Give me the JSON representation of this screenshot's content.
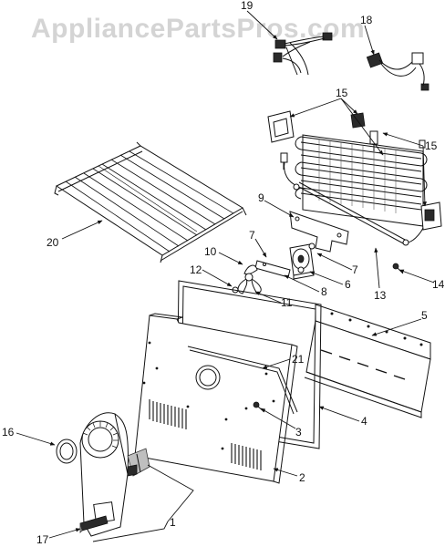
{
  "watermark": "AppliancePartsPros.com",
  "callouts": [
    {
      "id": "c19",
      "text": "19"
    },
    {
      "id": "c18",
      "text": "18"
    },
    {
      "id": "c15a",
      "text": "15"
    },
    {
      "id": "c15b",
      "text": "15"
    },
    {
      "id": "c20",
      "text": "20"
    },
    {
      "id": "c9",
      "text": "9"
    },
    {
      "id": "c7a",
      "text": "7"
    },
    {
      "id": "c10",
      "text": "10"
    },
    {
      "id": "c7b",
      "text": "7"
    },
    {
      "id": "c12",
      "text": "12"
    },
    {
      "id": "c6",
      "text": "6"
    },
    {
      "id": "c8",
      "text": "8"
    },
    {
      "id": "c11",
      "text": "11"
    },
    {
      "id": "c13",
      "text": "13"
    },
    {
      "id": "c14",
      "text": "14"
    },
    {
      "id": "c5",
      "text": "5"
    },
    {
      "id": "c21",
      "text": "21"
    },
    {
      "id": "c4",
      "text": "4"
    },
    {
      "id": "c3",
      "text": "3"
    },
    {
      "id": "c16",
      "text": "16"
    },
    {
      "id": "c2",
      "text": "2"
    },
    {
      "id": "c1",
      "text": "1"
    },
    {
      "id": "c17",
      "text": "17"
    }
  ]
}
